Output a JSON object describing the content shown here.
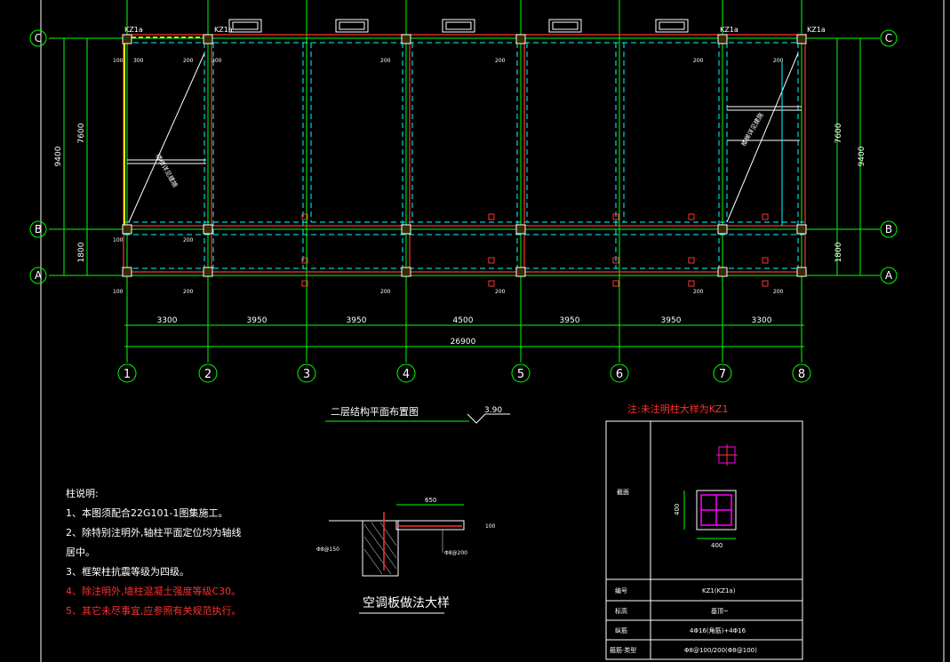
{
  "drawing": {
    "plan_title": "二层结构平面布置图",
    "elevation": "3.90",
    "detail_title": "空调板做法大样",
    "table_note": "注:未注明柱大样为KZ1"
  },
  "axes": {
    "columns": [
      "1",
      "2",
      "3",
      "4",
      "5",
      "6",
      "7",
      "8"
    ],
    "rows": [
      "C",
      "B",
      "A"
    ]
  },
  "dimensions": {
    "spans": [
      "3300",
      "3950",
      "3950",
      "4500",
      "3950",
      "3950",
      "3300"
    ],
    "total": "26900",
    "left_total": "9400",
    "left_upper": "7600",
    "left_lower": "1800",
    "right_total": "9400",
    "right_upper": "7600",
    "right_lower": "1800",
    "offset_100": "100",
    "offset_200": "200",
    "offset_300": "300"
  },
  "column_tags": {
    "kz1a": "KZ1a"
  },
  "stair_label": "楼梯详见建施",
  "detail": {
    "width": "650",
    "thick": "100",
    "rebar_note": "Φ8@200",
    "rebar_left": "Φ8@150"
  },
  "table": {
    "row_section": "截面",
    "section_b": "400",
    "section_h": "400",
    "row_no": "编号",
    "val_no": "KZ1(KZ1a)",
    "row_elev": "标高",
    "val_elev": "基顶~",
    "row_bars": "纵筋",
    "val_bars": "4Φ16(角筋)+4Φ16",
    "row_stirrup": "箍筋·类型",
    "val_stirrup": "Φ8@100/200(Φ8@100)"
  },
  "notes": {
    "heading": "柱说明:",
    "n1": "1、本图须配合22G101-1图集施工。",
    "n2a": "2、除特别注明外,轴柱平面定位均为轴线",
    "n2b": "居中。",
    "n3": "3、框架柱抗震等级为四级。",
    "n4": "4、除注明外,墙柱混凝土强度等级C30。",
    "n5": "5、其它未尽事宜,应参照有关规范执行。"
  },
  "colors": {
    "grid": "#00ff00",
    "beam": "#ff3333",
    "dash": "#00ffff",
    "column": "#ffffff",
    "text": "#ffffff",
    "yellow": "#ffff00",
    "magenta": "#ff00ff"
  }
}
